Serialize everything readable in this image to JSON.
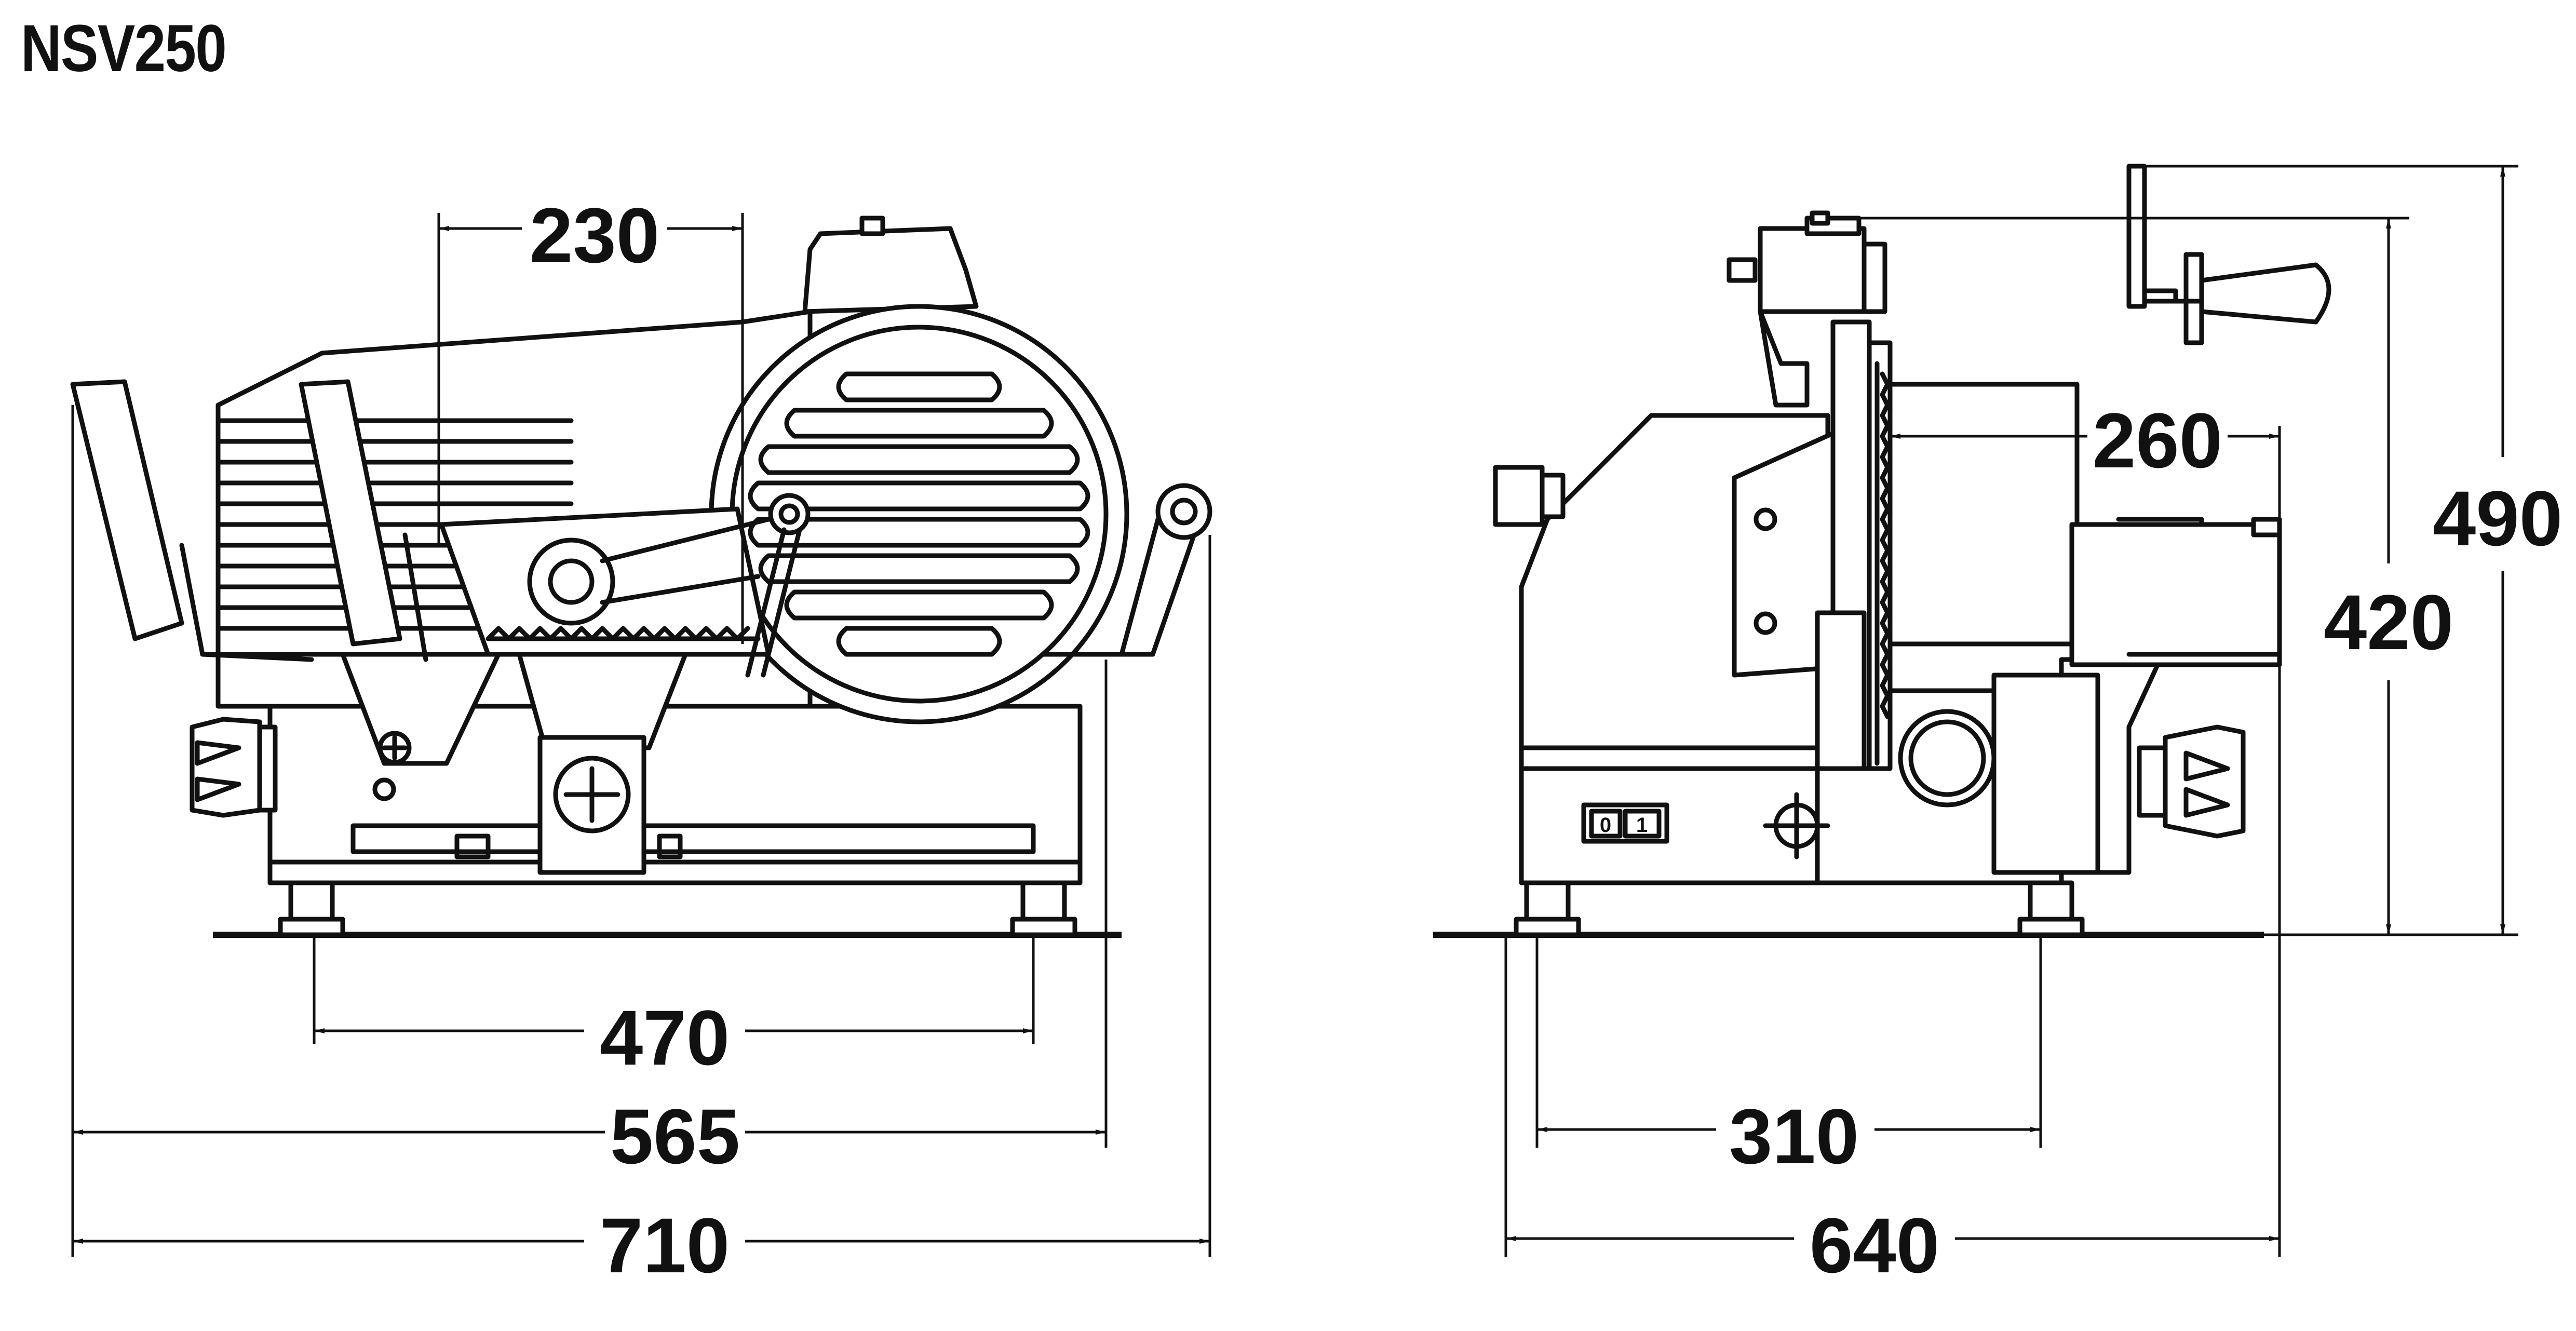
{
  "model": "NSV250",
  "dimensions": {
    "front_blade_gap": "230",
    "feet_spacing_front": "470",
    "base_width": "565",
    "overall_width": "710",
    "blade_carriage": "260",
    "feet_spacing_side": "310",
    "overall_depth": "640",
    "height_body": "420",
    "height_total": "490"
  },
  "switch_labels": {
    "off": "0",
    "on": "1"
  },
  "colors": {
    "line": "#111111",
    "background": "#ffffff"
  }
}
